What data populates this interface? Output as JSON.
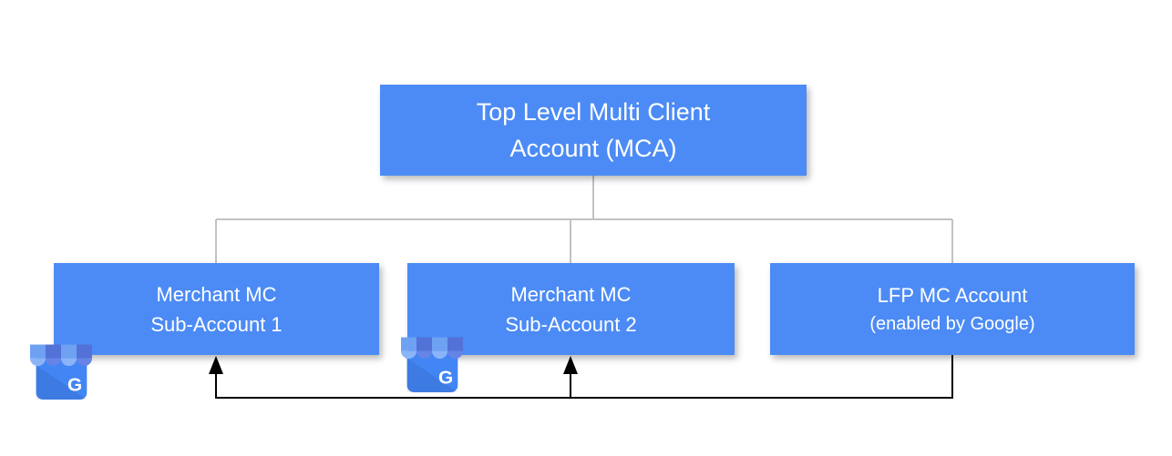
{
  "diagram": {
    "title": "",
    "nodes": {
      "root": {
        "id": "root",
        "line1": "Top Level Multi Client",
        "line2": "Account (MCA)"
      },
      "sub1": {
        "id": "sub1",
        "line1": "Merchant MC",
        "line2": "Sub-Account 1"
      },
      "sub2": {
        "id": "sub2",
        "line1": "Merchant MC",
        "line2": "Sub-Account 2"
      },
      "lfp": {
        "id": "lfp",
        "line1": "LFP MC Account",
        "line2": "(enabled by Google)"
      }
    },
    "edges": {
      "hierarchy": [
        {
          "from": "root",
          "to": "sub1",
          "style": "gray-line"
        },
        {
          "from": "root",
          "to": "sub2",
          "style": "gray-line"
        },
        {
          "from": "root",
          "to": "lfp",
          "style": "gray-line"
        }
      ],
      "flow": [
        {
          "from": "lfp",
          "to": "sub1",
          "style": "black-line",
          "arrow": true
        },
        {
          "from": "lfp",
          "to": "sub2",
          "style": "black-line",
          "arrow": true
        }
      ]
    },
    "icons": {
      "business_icon": "google-my-business-icon",
      "letter": "G"
    },
    "colors": {
      "node_fill": "#4c8bf5",
      "node_text": "#ffffff",
      "hierarchy_connector": "#c2c2c2",
      "flow_connector": "#000000",
      "icon_body": "#4285f4",
      "icon_awning_light": "#86b3f8",
      "icon_awning_dark": "#6584e6",
      "background": "#ffffff"
    }
  }
}
